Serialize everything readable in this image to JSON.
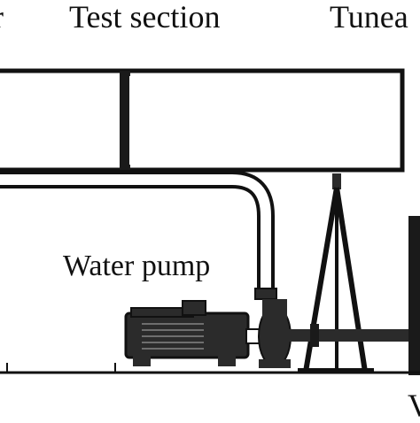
{
  "labels": {
    "left_partial": "r",
    "test_section": "Test section",
    "tunnel_partial": "Tunea",
    "water_pump": "Water pump",
    "bottom_right_partial": "V"
  },
  "colors": {
    "line": "#111111",
    "fill_dark": "#2b2b2b",
    "fill_light": "#ffffff",
    "wall": "#1a1a1a"
  }
}
